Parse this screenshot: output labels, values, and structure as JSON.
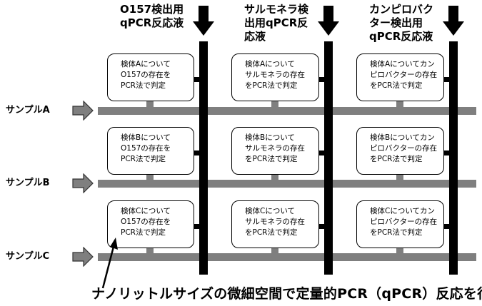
{
  "columns": [
    {
      "title": "O157検出用\nqPCR反応液"
    },
    {
      "title": "サルモネラ検\n出用qPCR反\n応液"
    },
    {
      "title": "カンピロバク\nター検出用\nqPCR反応液"
    }
  ],
  "rows": [
    {
      "sample": "サンプルA",
      "cells": [
        "検体Aについて\nO157の存在を\nPCR法で判定",
        "検体Aについて\nサルモネラの存在\nをPCR法で判定",
        "検体Aについてカン\nピロバクターの存在\nをPCR法で判定"
      ]
    },
    {
      "sample": "サンプルB",
      "cells": [
        "検体Bについて\nO157の存在を\nPCR法で判定",
        "検体Bについて\nサルモネラの存在\nをPCR法で判定",
        "検体Bについてカン\nピロバクターの存在\nをPCR法で判定"
      ]
    },
    {
      "sample": "サンプルC",
      "cells": [
        "検体Cについて\nO157の存在を\nPCR法で判定",
        "検体Cについて\nサルモネラの存在\nをPCR法で判定",
        "検体Cについてカン\nピロバクターの存在\nをPCR法で判定"
      ]
    }
  ],
  "caption": "ナノリットルサイズの微細空間で定量的PCR（qPCR）反応を行う"
}
